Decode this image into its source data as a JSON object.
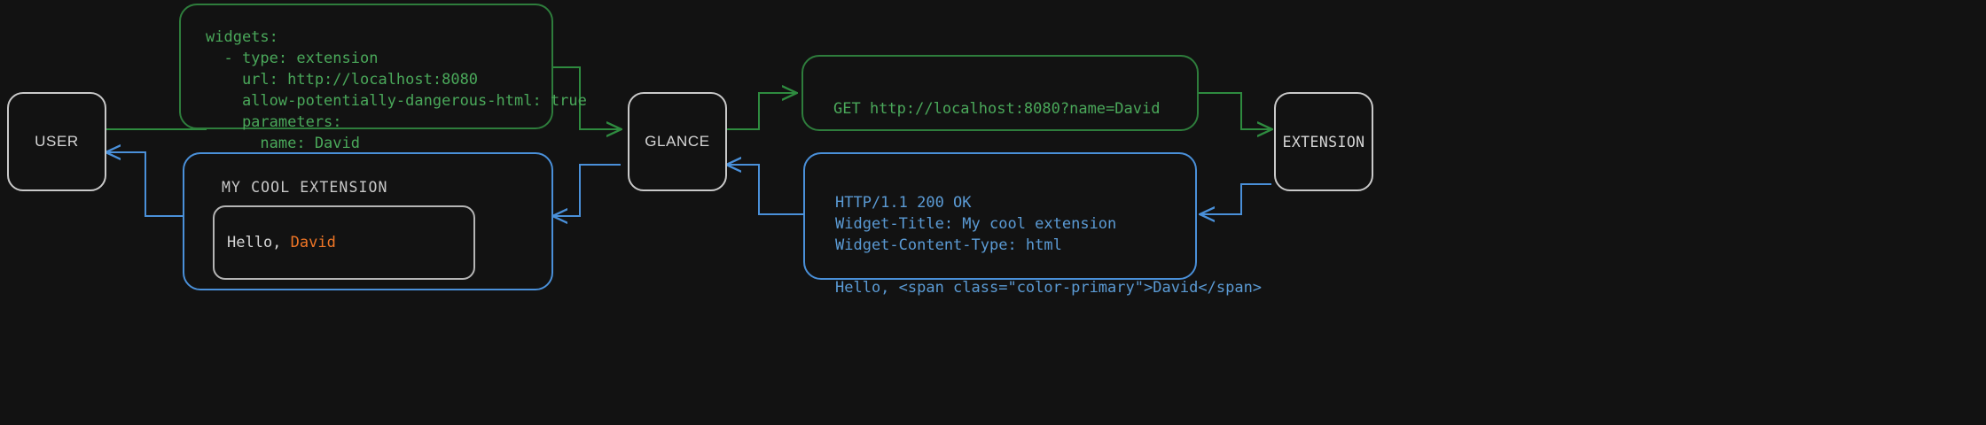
{
  "diagram": {
    "type": "sequence-flow",
    "background_color": "#121212",
    "request_color": "#4aa85a",
    "request_border_color": "#2e7d3c",
    "response_color": "#5b9bd5",
    "response_border_color": "#4a90d9",
    "node_border_color": "#c9c9c9",
    "accent_color": "#ee7526"
  },
  "nodes": {
    "user": "USER",
    "glance": "GLANCE",
    "extension": "EXTENSION"
  },
  "messages": {
    "yaml_config": "widgets:\n  - type: extension\n    url: http://localhost:8080\n    allow-potentially-dangerous-html: true\n    parameters:\n      name: David",
    "http_request": "GET http://localhost:8080?name=David",
    "http_response": "HTTP/1.1 200 OK\nWidget-Title: My cool extension\nWidget-Content-Type: html\n\nHello, <span class=\"color-primary\">David</span>"
  },
  "widget": {
    "title": "MY COOL EXTENSION",
    "greeting_prefix": "Hello, ",
    "greeting_name": "David"
  }
}
